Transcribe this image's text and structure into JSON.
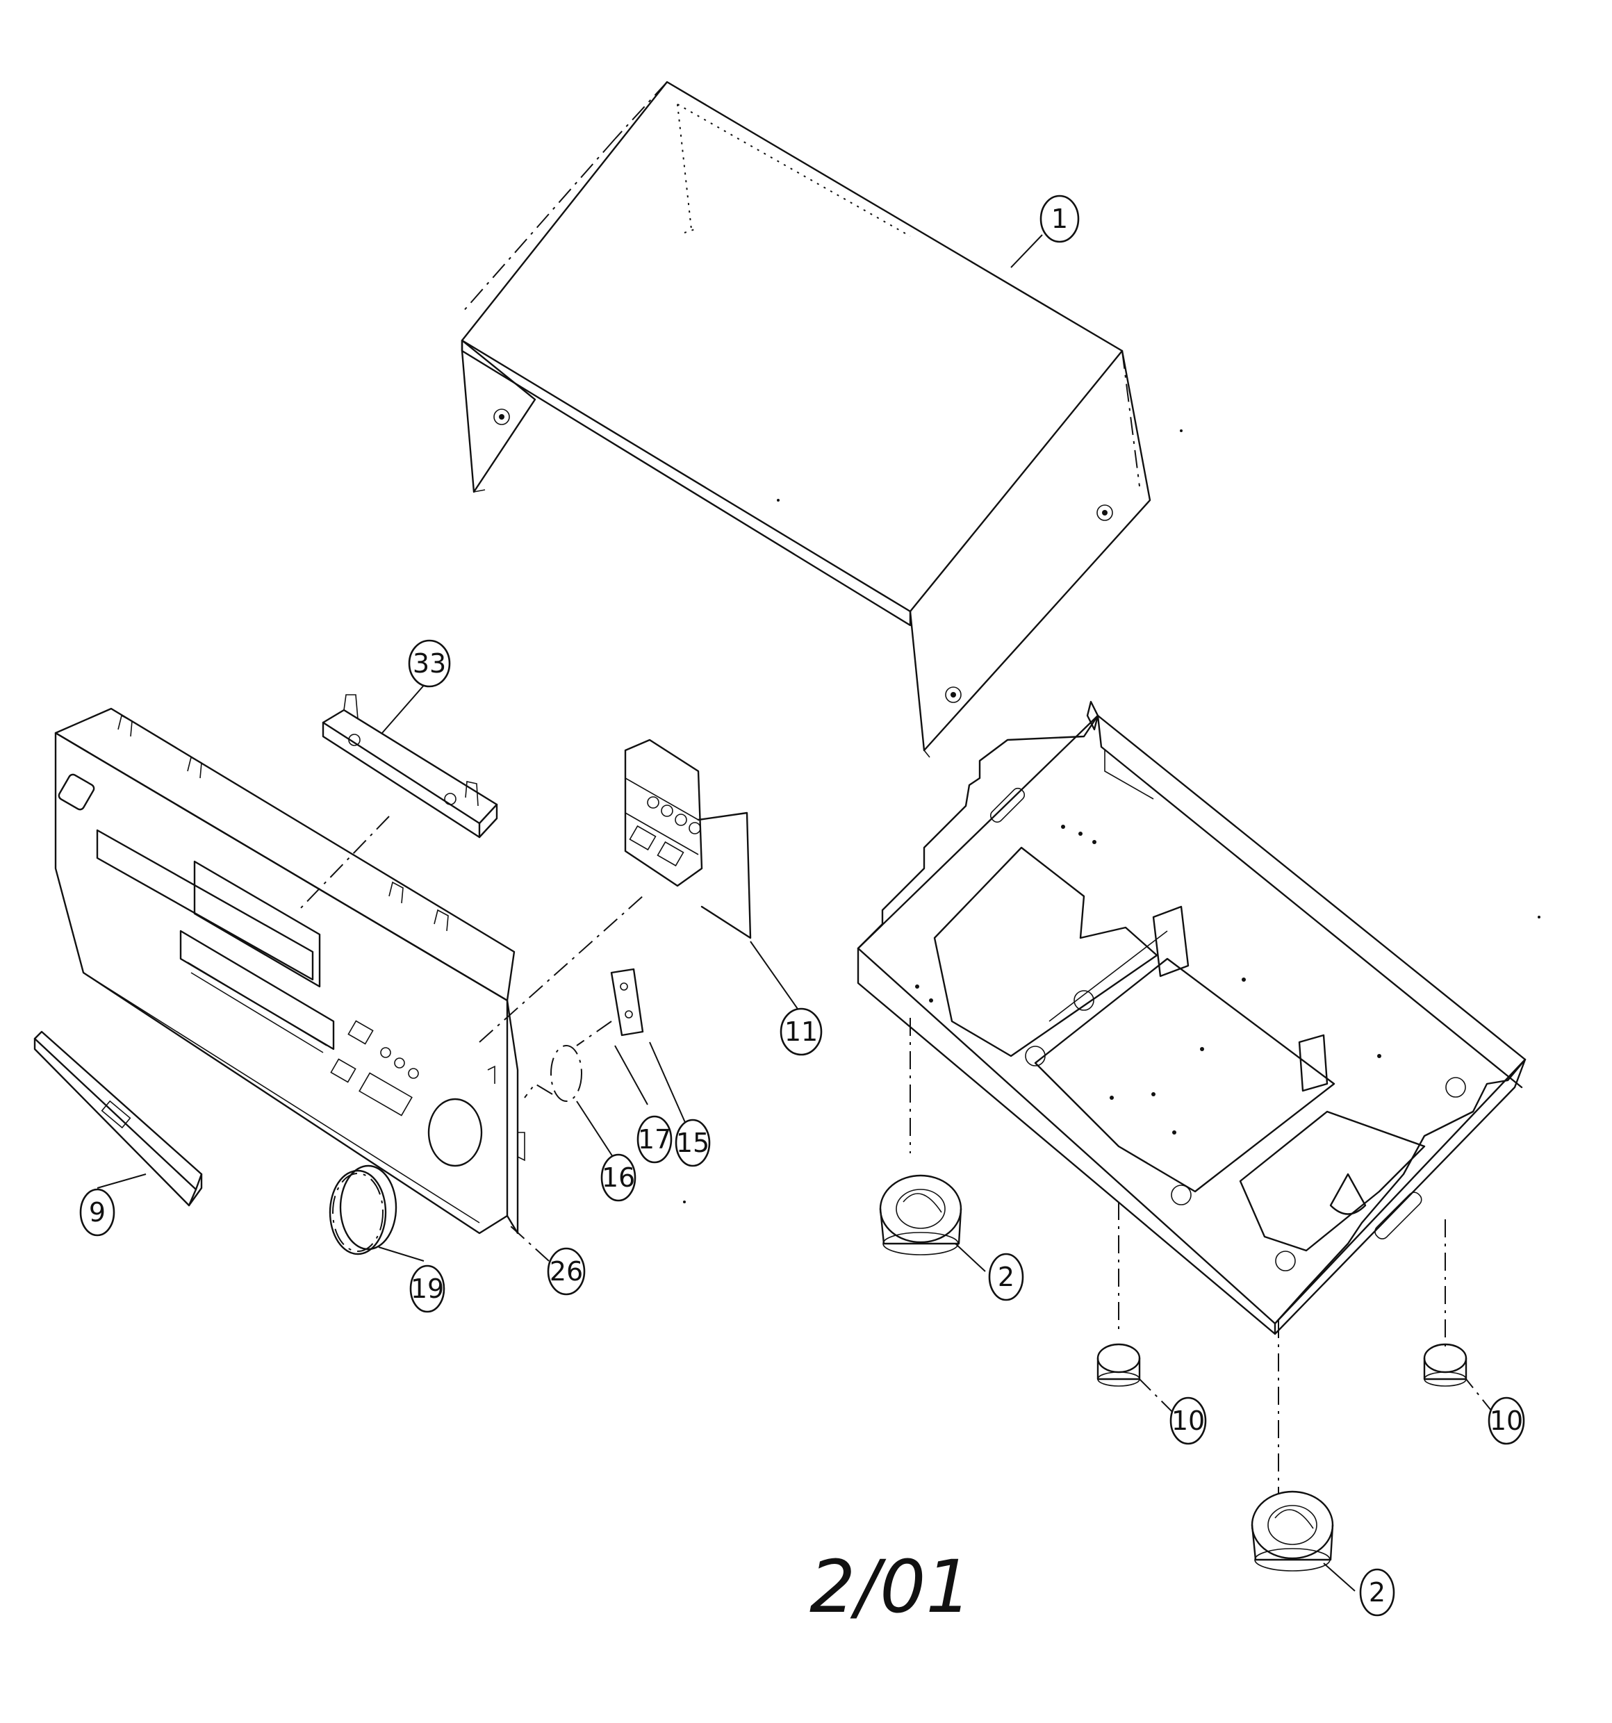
{
  "diagram": {
    "revision_label": "2/01",
    "callouts": [
      {
        "id": "cover",
        "label": "1"
      },
      {
        "id": "bracket-top",
        "label": "33"
      },
      {
        "id": "button-holder",
        "label": "11"
      },
      {
        "id": "lens-plate",
        "label": "15"
      },
      {
        "id": "lens-cover",
        "label": "17"
      },
      {
        "id": "lens",
        "label": "16"
      },
      {
        "id": "front-panel-strip",
        "label": "9"
      },
      {
        "id": "volume-knob",
        "label": "19"
      },
      {
        "id": "front-panel",
        "label": "26"
      },
      {
        "id": "foot-front",
        "label": "2"
      },
      {
        "id": "foot-rear",
        "label": "2"
      },
      {
        "id": "cushion-left",
        "label": "10"
      },
      {
        "id": "cushion-right",
        "label": "10"
      }
    ]
  }
}
